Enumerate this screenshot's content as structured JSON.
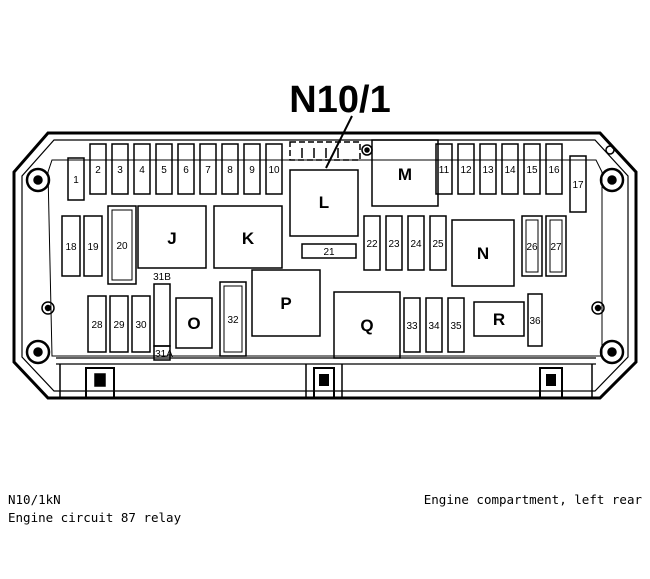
{
  "diagram": {
    "callout": "N10/1",
    "relays": [
      "J",
      "K",
      "L",
      "M",
      "N",
      "O",
      "P",
      "Q",
      "R"
    ],
    "fuses": [
      "1",
      "2",
      "3",
      "4",
      "5",
      "6",
      "7",
      "8",
      "9",
      "10",
      "11",
      "12",
      "13",
      "14",
      "15",
      "16",
      "17",
      "18",
      "19",
      "20",
      "21",
      "22",
      "23",
      "24",
      "25",
      "26",
      "27",
      "28",
      "29",
      "30",
      "31B",
      "31A",
      "32",
      "33",
      "34",
      "35",
      "36"
    ]
  },
  "caption": {
    "code": "N10/1kN",
    "description": "Engine circuit 87 relay",
    "location": "Engine compartment, left rear"
  }
}
